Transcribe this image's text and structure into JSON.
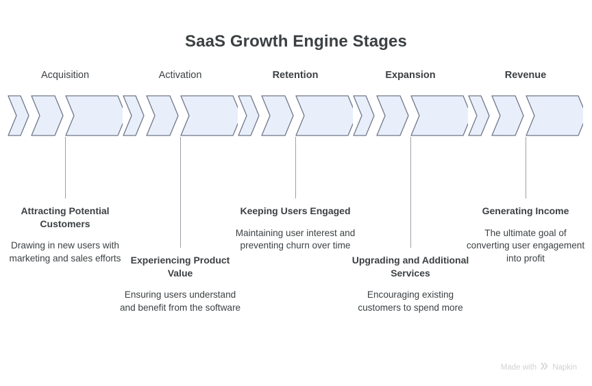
{
  "title": "SaaS Growth Engine Stages",
  "theme": {
    "background": "#ffffff",
    "title_color": "#3c4043",
    "text_color": "#3c4043",
    "chevron_fill": "#e8effb",
    "chevron_stroke": "#6e7687",
    "connector_color": "#9aa0a6",
    "watermark_color": "#cfd2d6"
  },
  "chart_data": {
    "type": "diagram",
    "diagram_kind": "process-stages-chevron",
    "title": "SaaS Growth Engine Stages",
    "stage_count": 5,
    "chevrons_per_stage": 3,
    "categories": [
      "Acquisition",
      "Activation",
      "Retention",
      "Expansion",
      "Revenue"
    ],
    "stages": [
      {
        "label": "Acquisition",
        "label_weight": "regular",
        "heading": "Attracting Potential Customers",
        "description": "Drawing in new users with marketing and sales efforts",
        "row": "upper"
      },
      {
        "label": "Activation",
        "label_weight": "regular",
        "heading": "Experiencing Product Value",
        "description": "Ensuring users understand and benefit from the software",
        "row": "lower"
      },
      {
        "label": "Retention",
        "label_weight": "bold",
        "heading": "Keeping Users Engaged",
        "description": "Maintaining user interest and preventing churn over time",
        "row": "upper"
      },
      {
        "label": "Expansion",
        "label_weight": "bold",
        "heading": "Upgrading and Additional Services",
        "description": "Encouraging existing customers to spend more",
        "row": "lower"
      },
      {
        "label": "Revenue",
        "label_weight": "bold",
        "heading": "Generating Income",
        "description": "The ultimate goal of converting user engagement into profit",
        "row": "upper"
      }
    ]
  },
  "watermark": {
    "text_prefix": "Made with",
    "brand": "Napkin",
    "logo": "napkin-chevron-logo"
  }
}
